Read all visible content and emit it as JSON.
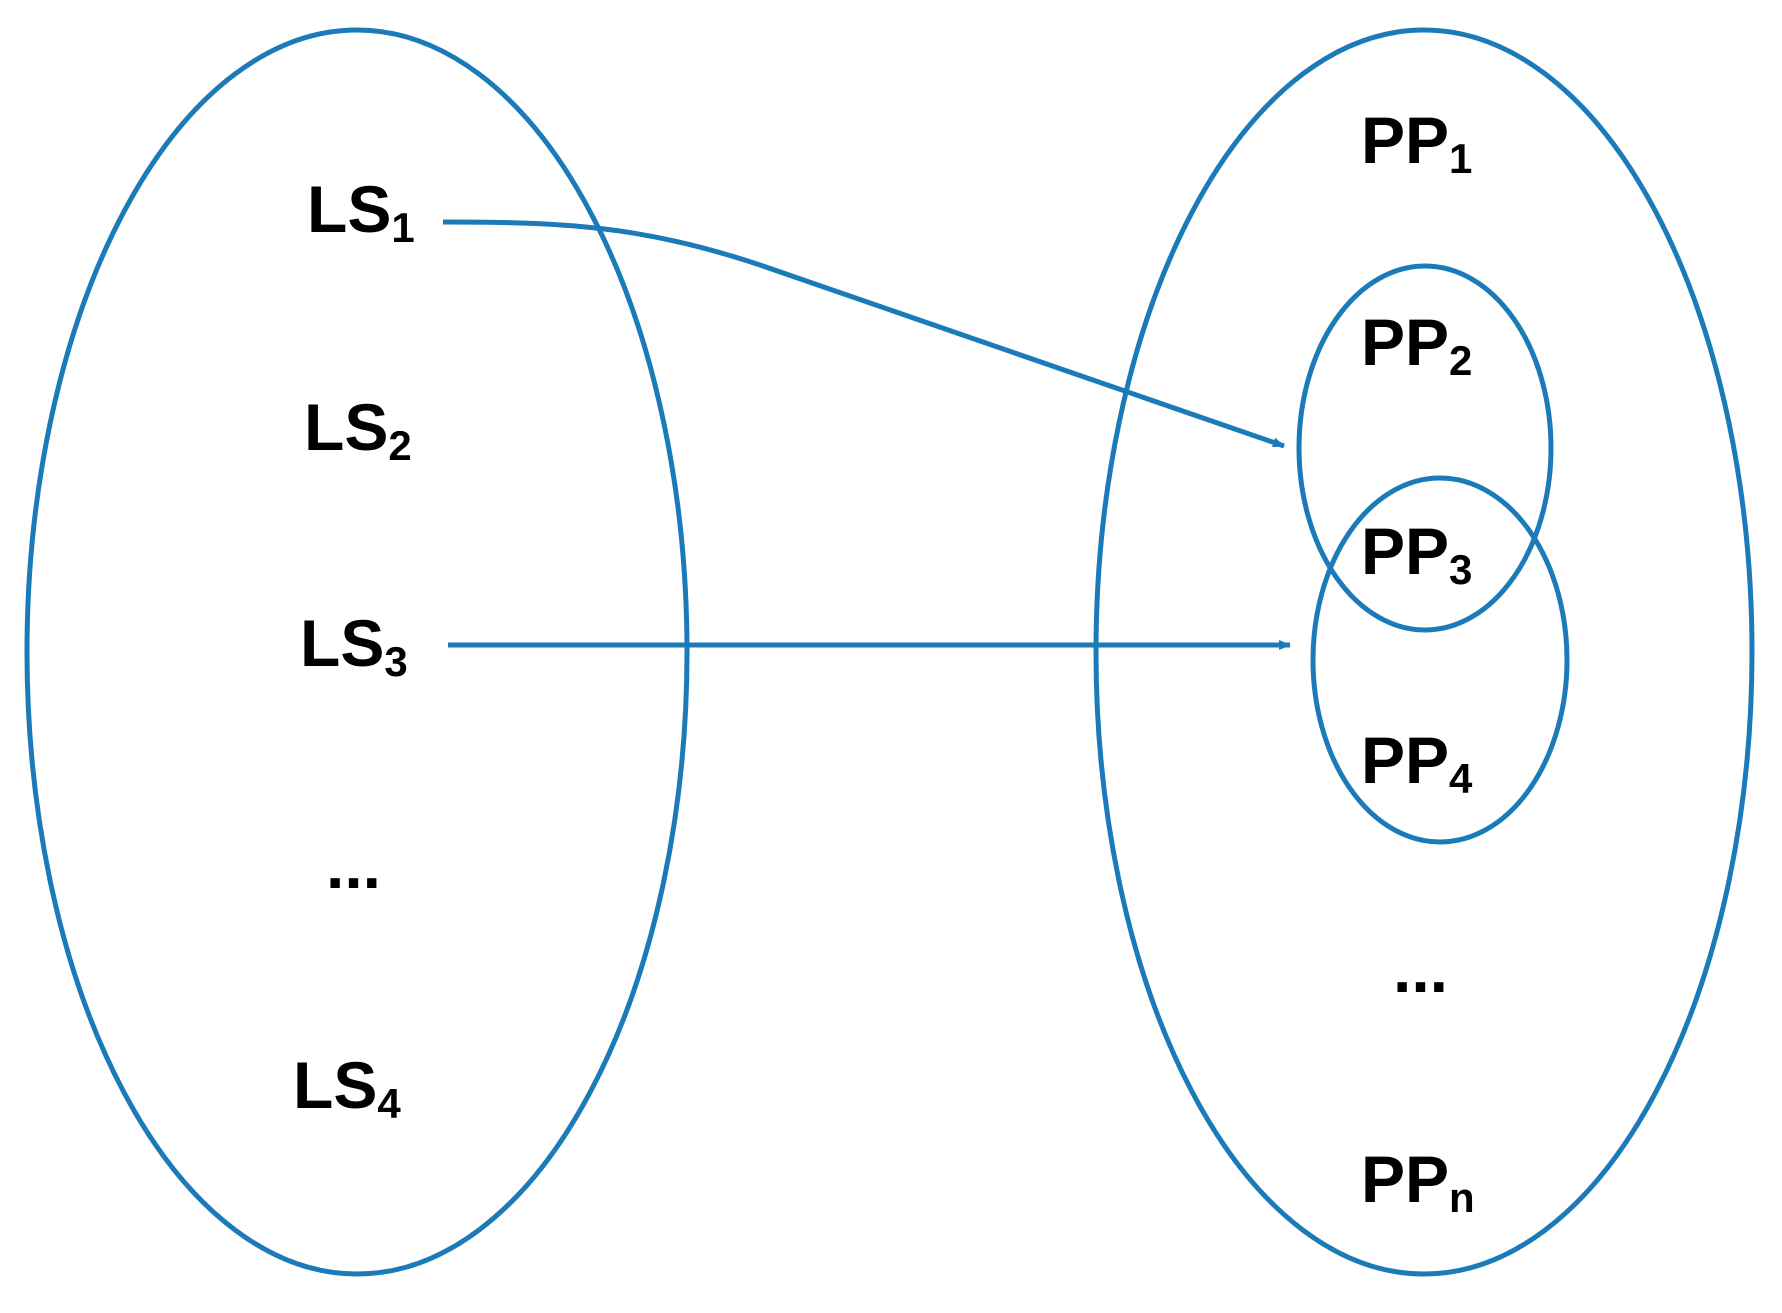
{
  "colors": {
    "outline": "#1b7ab8",
    "text": "#000000",
    "background": "#ffffff"
  },
  "left_set": {
    "items": [
      {
        "base": "LS",
        "sub": "1"
      },
      {
        "base": "LS",
        "sub": "2"
      },
      {
        "base": "LS",
        "sub": "3"
      },
      {
        "text": "..."
      },
      {
        "base": "LS",
        "sub": "4"
      }
    ]
  },
  "right_set": {
    "items": [
      {
        "base": "PP",
        "sub": "1"
      },
      {
        "base": "PP",
        "sub": "2"
      },
      {
        "base": "PP",
        "sub": "3"
      },
      {
        "base": "PP",
        "sub": "4"
      },
      {
        "text": "..."
      },
      {
        "base": "PP",
        "sub": "n"
      }
    ]
  },
  "mappings": [
    {
      "from": "LS1",
      "to_group": "PP2-PP3"
    },
    {
      "from": "LS3",
      "to_group": "PP3-PP4"
    }
  ]
}
